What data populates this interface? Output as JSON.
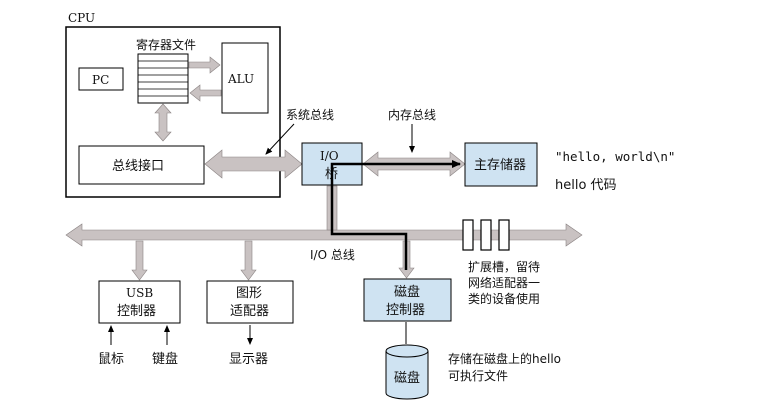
{
  "cpu": {
    "title": "CPU",
    "register_file_label": "寄存器文件",
    "pc_label": "PC",
    "alu_label": "ALU",
    "bus_interface_label": "总线接口"
  },
  "buses": {
    "system_bus_label": "系统总线",
    "memory_bus_label": "内存总线",
    "io_bus_label": "I/O 总线"
  },
  "io_bridge": {
    "line1": "I/O",
    "line2": "桥"
  },
  "main_memory": {
    "label": "主存储器",
    "content_line1": "\"hello, world\\n\"",
    "content_line2": "hello 代码"
  },
  "usb_controller": {
    "line1": "USB",
    "line2": "控制器"
  },
  "graphics_adapter": {
    "line1": "图形",
    "line2": "适配器"
  },
  "disk_controller": {
    "line1": "磁盘",
    "line2": "控制器"
  },
  "expansion_slots": {
    "line1": "扩展槽，留待",
    "line2": "网络适配器一",
    "line3": "类的设备使用"
  },
  "devices": {
    "mouse": "鼠标",
    "keyboard": "键盘",
    "display": "显示器",
    "disk": "磁盘"
  },
  "disk_note": {
    "line1": "存储在磁盘上的hello",
    "line2": "可执行文件"
  },
  "colors": {
    "box_blue": "#cfe3f2",
    "bus_gray": "#c9c2c2",
    "path_black": "#000000"
  }
}
